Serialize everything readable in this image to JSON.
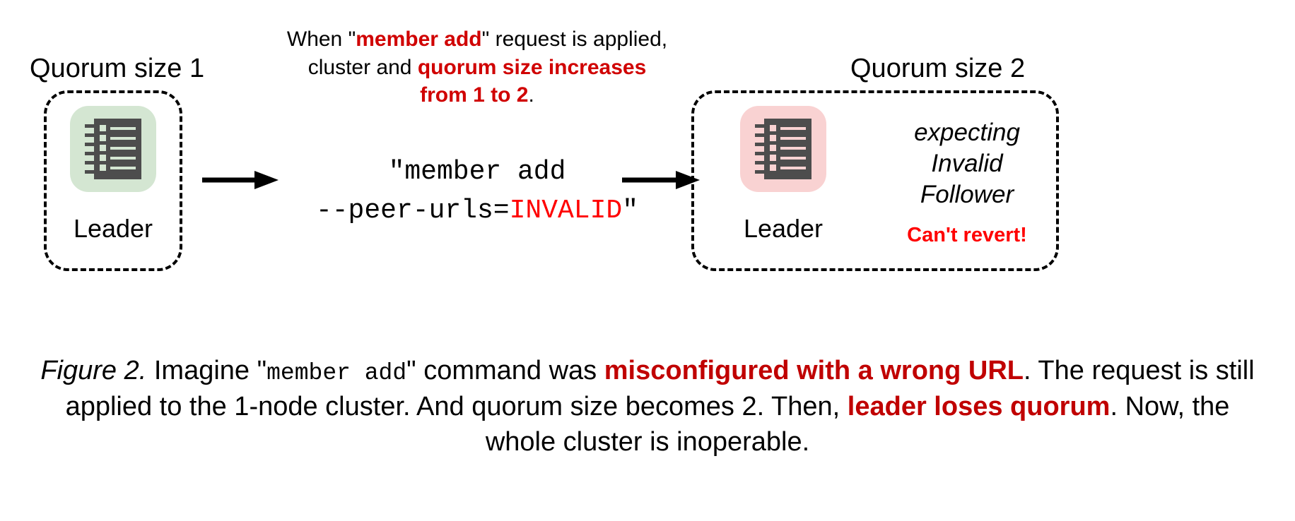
{
  "figure": {
    "left_cluster": {
      "title": "Quorum size 1",
      "node_label": "Leader",
      "node_icon": "server-rack-icon",
      "tile_color": "#d4e6d2"
    },
    "right_cluster": {
      "title": "Quorum size 2",
      "node_label": "Leader",
      "node_icon": "server-rack-icon",
      "tile_color": "#f9d2d2",
      "status_lines": [
        "expecting",
        "Invalid",
        "Follower"
      ],
      "warning": "Can't revert!"
    },
    "annotation_top": {
      "line1_a": "When \"",
      "line1_hl": "member add",
      "line1_b": "\" request is applied,",
      "line2_a": "cluster and ",
      "line2_hl": "quorum size increases",
      "line3_hl": "from 1 to 2",
      "line3_b": "."
    },
    "command": {
      "line1": "\"member add",
      "line2_a": "--peer-urls=",
      "line2_invalid": "INVALID",
      "line2_b": "\""
    },
    "arrows": {
      "arrow_1": "arrow-right-icon",
      "arrow_2": "arrow-right-icon"
    },
    "caption": {
      "fig_num": "Figure 2.",
      "seg1": " Imagine \"",
      "mono1": "member add",
      "seg2": "\" command was ",
      "hl1": "misconfigured with a wrong URL",
      "seg3": ". The request is still applied to the 1-node cluster. And quorum size becomes 2. Then, ",
      "hl2": "leader loses quorum",
      "seg4": ". Now, the whole cluster is inoperable."
    },
    "colors": {
      "accent_red": "#c00000",
      "bright_red": "#ff0000",
      "node_dark": "#4d4d4d",
      "green_tile": "#d4e6d2",
      "pink_tile": "#f9d2d2"
    }
  }
}
